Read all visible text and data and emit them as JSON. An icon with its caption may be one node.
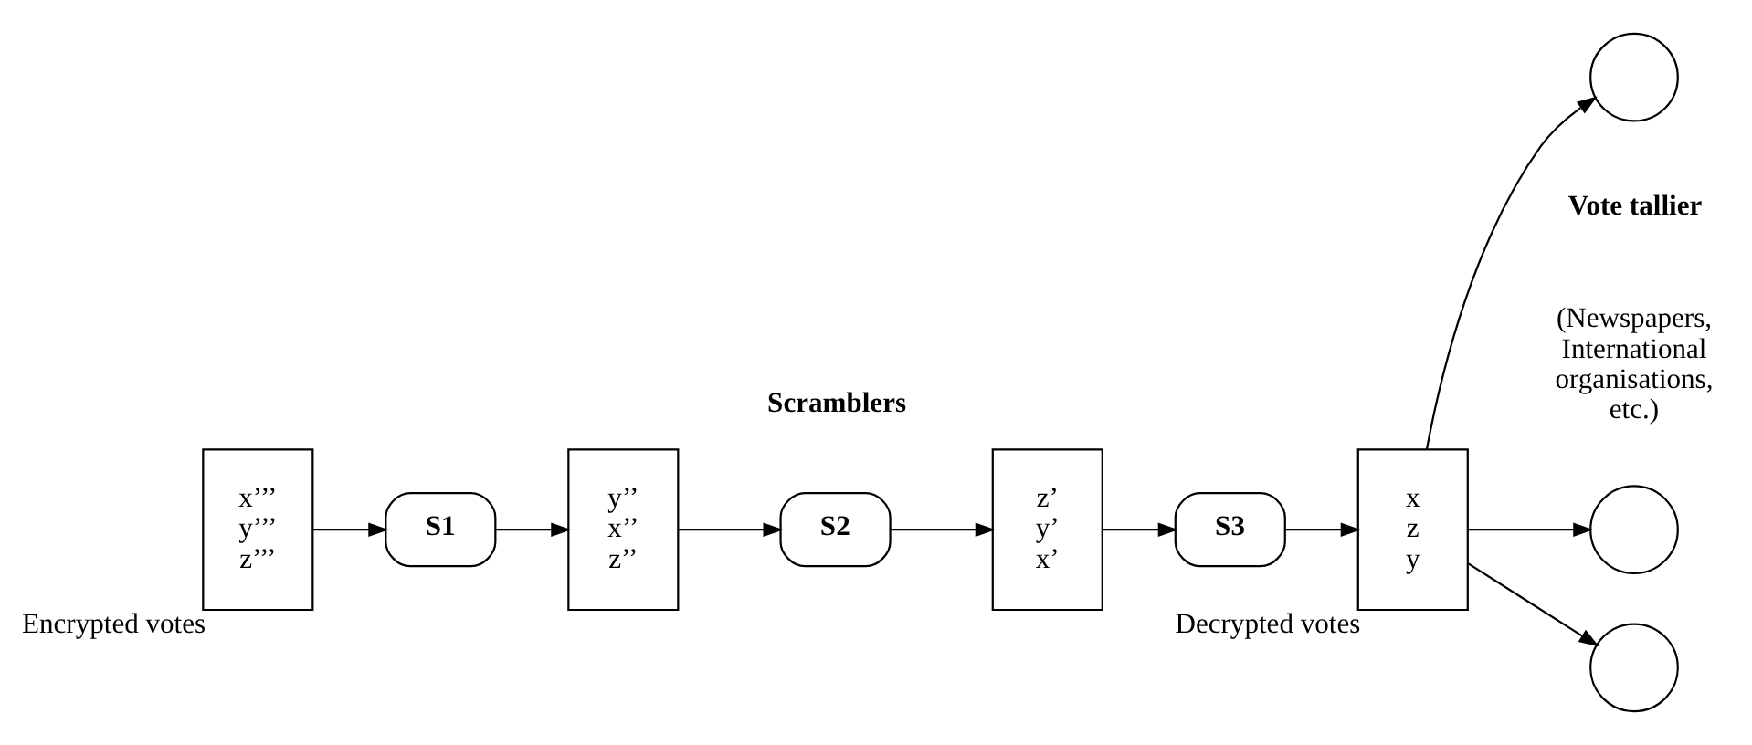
{
  "diagram": {
    "nodes": [
      {
        "text": [
          "x’’’",
          "y’’’",
          "z’’’"
        ],
        "beside": [
          "Encrypted votes"
        ]
      },
      {
        "text": [
          "S1"
        ]
      },
      {
        "text": [
          "y’’",
          "x’’",
          "z’’"
        ]
      },
      {
        "text": [
          "S2"
        ]
      },
      {
        "text": [
          "z’",
          "y’",
          "x’"
        ]
      },
      {
        "text": [
          "S3"
        ]
      },
      {
        "text": [
          "x",
          "z",
          "y"
        ],
        "beside": [
          "Decrypted votes"
        ]
      },
      {
        "text": [],
        "shape": "circle"
      },
      {
        "text": [],
        "shape": "circle"
      },
      {
        "text": [],
        "shape": "circle"
      }
    ],
    "edges": [
      {
        "from": 0,
        "to": 1,
        "arrow": "to"
      },
      {
        "from": 1,
        "to": 2,
        "arrow": "to"
      },
      {
        "from": 2,
        "to": 3,
        "arrow": "to"
      },
      {
        "from": 3,
        "to": 4,
        "arrow": "to"
      },
      {
        "from": 4,
        "to": 5,
        "arrow": "to"
      },
      {
        "from": 5,
        "to": 6,
        "arrow": "to"
      },
      {
        "from": 6,
        "to": 7,
        "arrow": "to"
      },
      {
        "from": 6,
        "to": 8,
        "arrow": "to"
      },
      {
        "from": 6,
        "to": 9,
        "arrow": "to"
      }
    ],
    "labels": [
      "Scramblers",
      "Vote tallier",
      "(Newspapers, International organisations, etc.)"
    ]
  }
}
